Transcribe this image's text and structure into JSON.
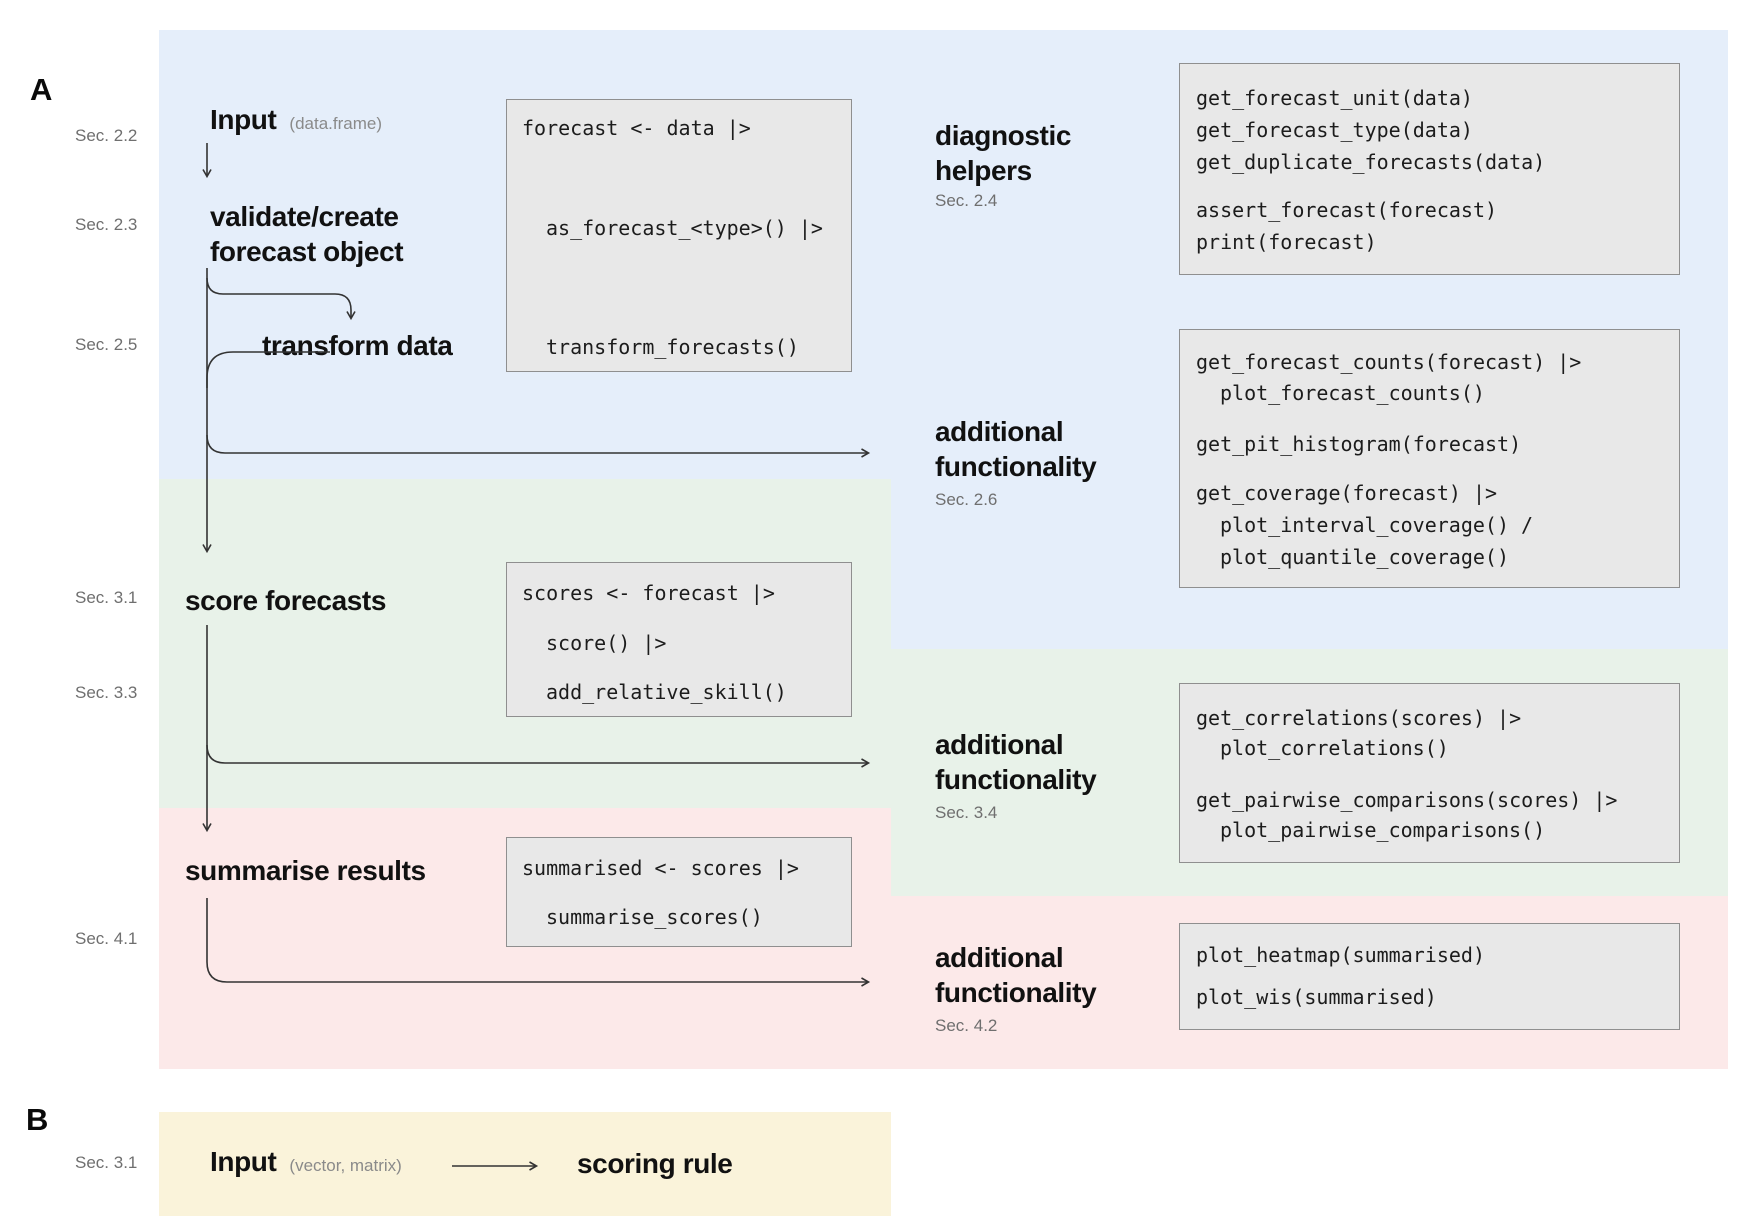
{
  "colors": {
    "band_blue": "#e5eefa",
    "band_green": "#e8f2e9",
    "band_pink": "#fce9e9",
    "band_yellow": "#faf3da",
    "code_box_bg": "#e8e8e8",
    "code_box_border": "#8f8f8f",
    "code_text": "#1c1c1c",
    "heading_text": "#111111",
    "muted_text": "#8a8a8a",
    "section_label_text": "#6f6f6f",
    "arrow": "#333333"
  },
  "panel_a": {
    "label": "A",
    "sections": [
      "Sec. 2.2",
      "Sec. 2.3",
      "Sec. 2.5",
      "Sec. 3.1",
      "Sec. 3.3",
      "Sec. 4.1"
    ],
    "flow": {
      "input_label": "Input",
      "input_annotation": "(data.frame)",
      "validate_line1": "validate/create",
      "validate_line2": "forecast object",
      "transform_label": "transform data",
      "score_label": "score forecasts",
      "summarise_label": "summarise results"
    },
    "side_labels": {
      "diagnostic": {
        "line1": "diagnostic",
        "line2": "helpers",
        "sec": "Sec. 2.4"
      },
      "func26": {
        "line1": "additional",
        "line2": "functionality",
        "sec": "Sec. 2.6"
      },
      "func34": {
        "line1": "additional",
        "line2": "functionality",
        "sec": "Sec. 3.4"
      },
      "func42": {
        "line1": "additional",
        "line2": "functionality",
        "sec": "Sec. 4.2"
      }
    },
    "code_boxes": {
      "pipeline1": {
        "lines": [
          "forecast <- data |>",
          "as_forecast_<type>() |>",
          "transform_forecasts()"
        ]
      },
      "pipeline2": {
        "lines": [
          "scores <- forecast |>",
          "score() |>",
          "add_relative_skill()"
        ]
      },
      "pipeline3": {
        "lines": [
          "summarised <- scores |>",
          "summarise_scores()"
        ]
      },
      "diagnostic": {
        "lines": [
          "get_forecast_unit(data)",
          "get_forecast_type(data)",
          "get_duplicate_forecasts(data)",
          "assert_forecast(forecast)",
          "print(forecast)"
        ]
      },
      "func26": {
        "lines": [
          "get_forecast_counts(forecast) |>",
          "plot_forecast_counts()",
          "get_pit_histogram(forecast)",
          "get_coverage(forecast) |>",
          "plot_interval_coverage() /",
          "plot_quantile_coverage()"
        ]
      },
      "func34": {
        "lines": [
          "get_correlations(scores) |>",
          "plot_correlations()",
          "get_pairwise_comparisons(scores) |>",
          "plot_pairwise_comparisons()"
        ]
      },
      "func42": {
        "lines": [
          "plot_heatmap(summarised)",
          "plot_wis(summarised)"
        ]
      }
    }
  },
  "panel_b": {
    "label": "B",
    "section": "Sec. 3.1",
    "input_label": "Input",
    "input_annotation": "(vector, matrix)",
    "target_label": "scoring rule"
  }
}
